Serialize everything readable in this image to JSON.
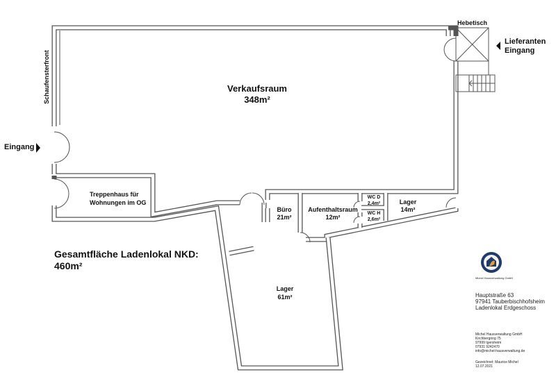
{
  "rooms": {
    "verkaufsraum": {
      "name": "Verkaufsraum",
      "area": "348m²"
    },
    "treppenhaus": {
      "name_line1": "Treppenhaus für",
      "name_line2": "Wohnungen im OG"
    },
    "buero": {
      "name": "Büro",
      "area": "21m²"
    },
    "aufenthaltsraum": {
      "name": "Aufenthaltsraum",
      "area": "12m²"
    },
    "wc_d": {
      "name": "WC D",
      "area": "2,4m²"
    },
    "wc_h": {
      "name": "WC H",
      "area": "2,6m²"
    },
    "lager_small": {
      "name": "Lager",
      "area": "14m²"
    },
    "lager_big": {
      "name": "Lager",
      "area": "61m²"
    }
  },
  "labels": {
    "schaufensterfront": "Schaufensterfront",
    "eingang": "Eingang",
    "hebetisch": "Hebetisch",
    "lieferanten_line1": "Lieferanten",
    "lieferanten_line2": "Eingang"
  },
  "total": {
    "line1": "Gesamtfläche Ladenlokal NKD:",
    "line2": "460m²"
  },
  "info": {
    "logo_caption": "Michel Hausverwaltung GmbH",
    "address": [
      "Hauptstraße 63",
      "97941 Tauberbischhofsheim",
      "Ladenlokal Erdgeschoss"
    ],
    "company": [
      "Michel Hausverwaltung GmbH",
      "Kirchbergring 75",
      "97999 Igersheim",
      "07931 9242470",
      "info@michel-hausverwaltung.de"
    ],
    "drawn_by": "Gezeichnet: Maurice Michel",
    "date": "12.07.2021"
  },
  "colors": {
    "wall": "#555555",
    "logo_ring": "#1f3b6e",
    "logo_accent": "#e0a030"
  }
}
